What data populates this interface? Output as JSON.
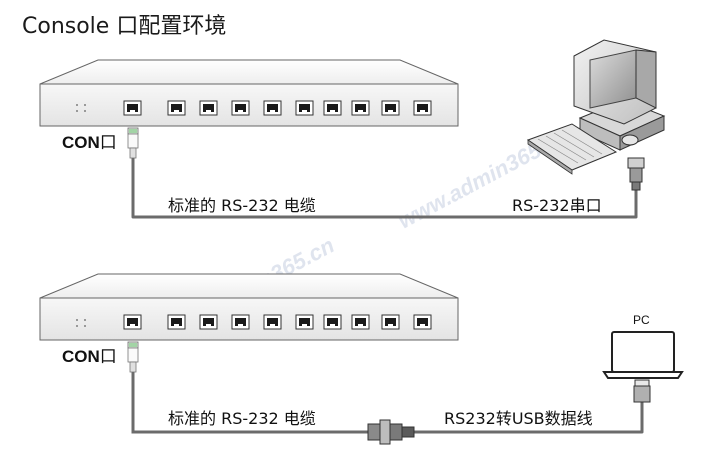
{
  "title": "Console 口配置环境",
  "top_scene": {
    "con_label": "CON",
    "con_suffix": "口",
    "cable_label": "标准的 RS-232 电缆",
    "serial_label": "RS-232串口"
  },
  "bottom_scene": {
    "con_label": "CON",
    "con_suffix": "口",
    "cable_label": "标准的 RS-232 电缆",
    "usb_label": "RS232转USB数据线",
    "pc_label": "PC"
  },
  "watermark": "www.admin365.cn",
  "colors": {
    "switch_body": "#f2f2f2",
    "switch_top": "#fbfbfb",
    "cable": "#6b6b6b",
    "port": "#1a1a1a",
    "accent_green": "#3aa640"
  }
}
